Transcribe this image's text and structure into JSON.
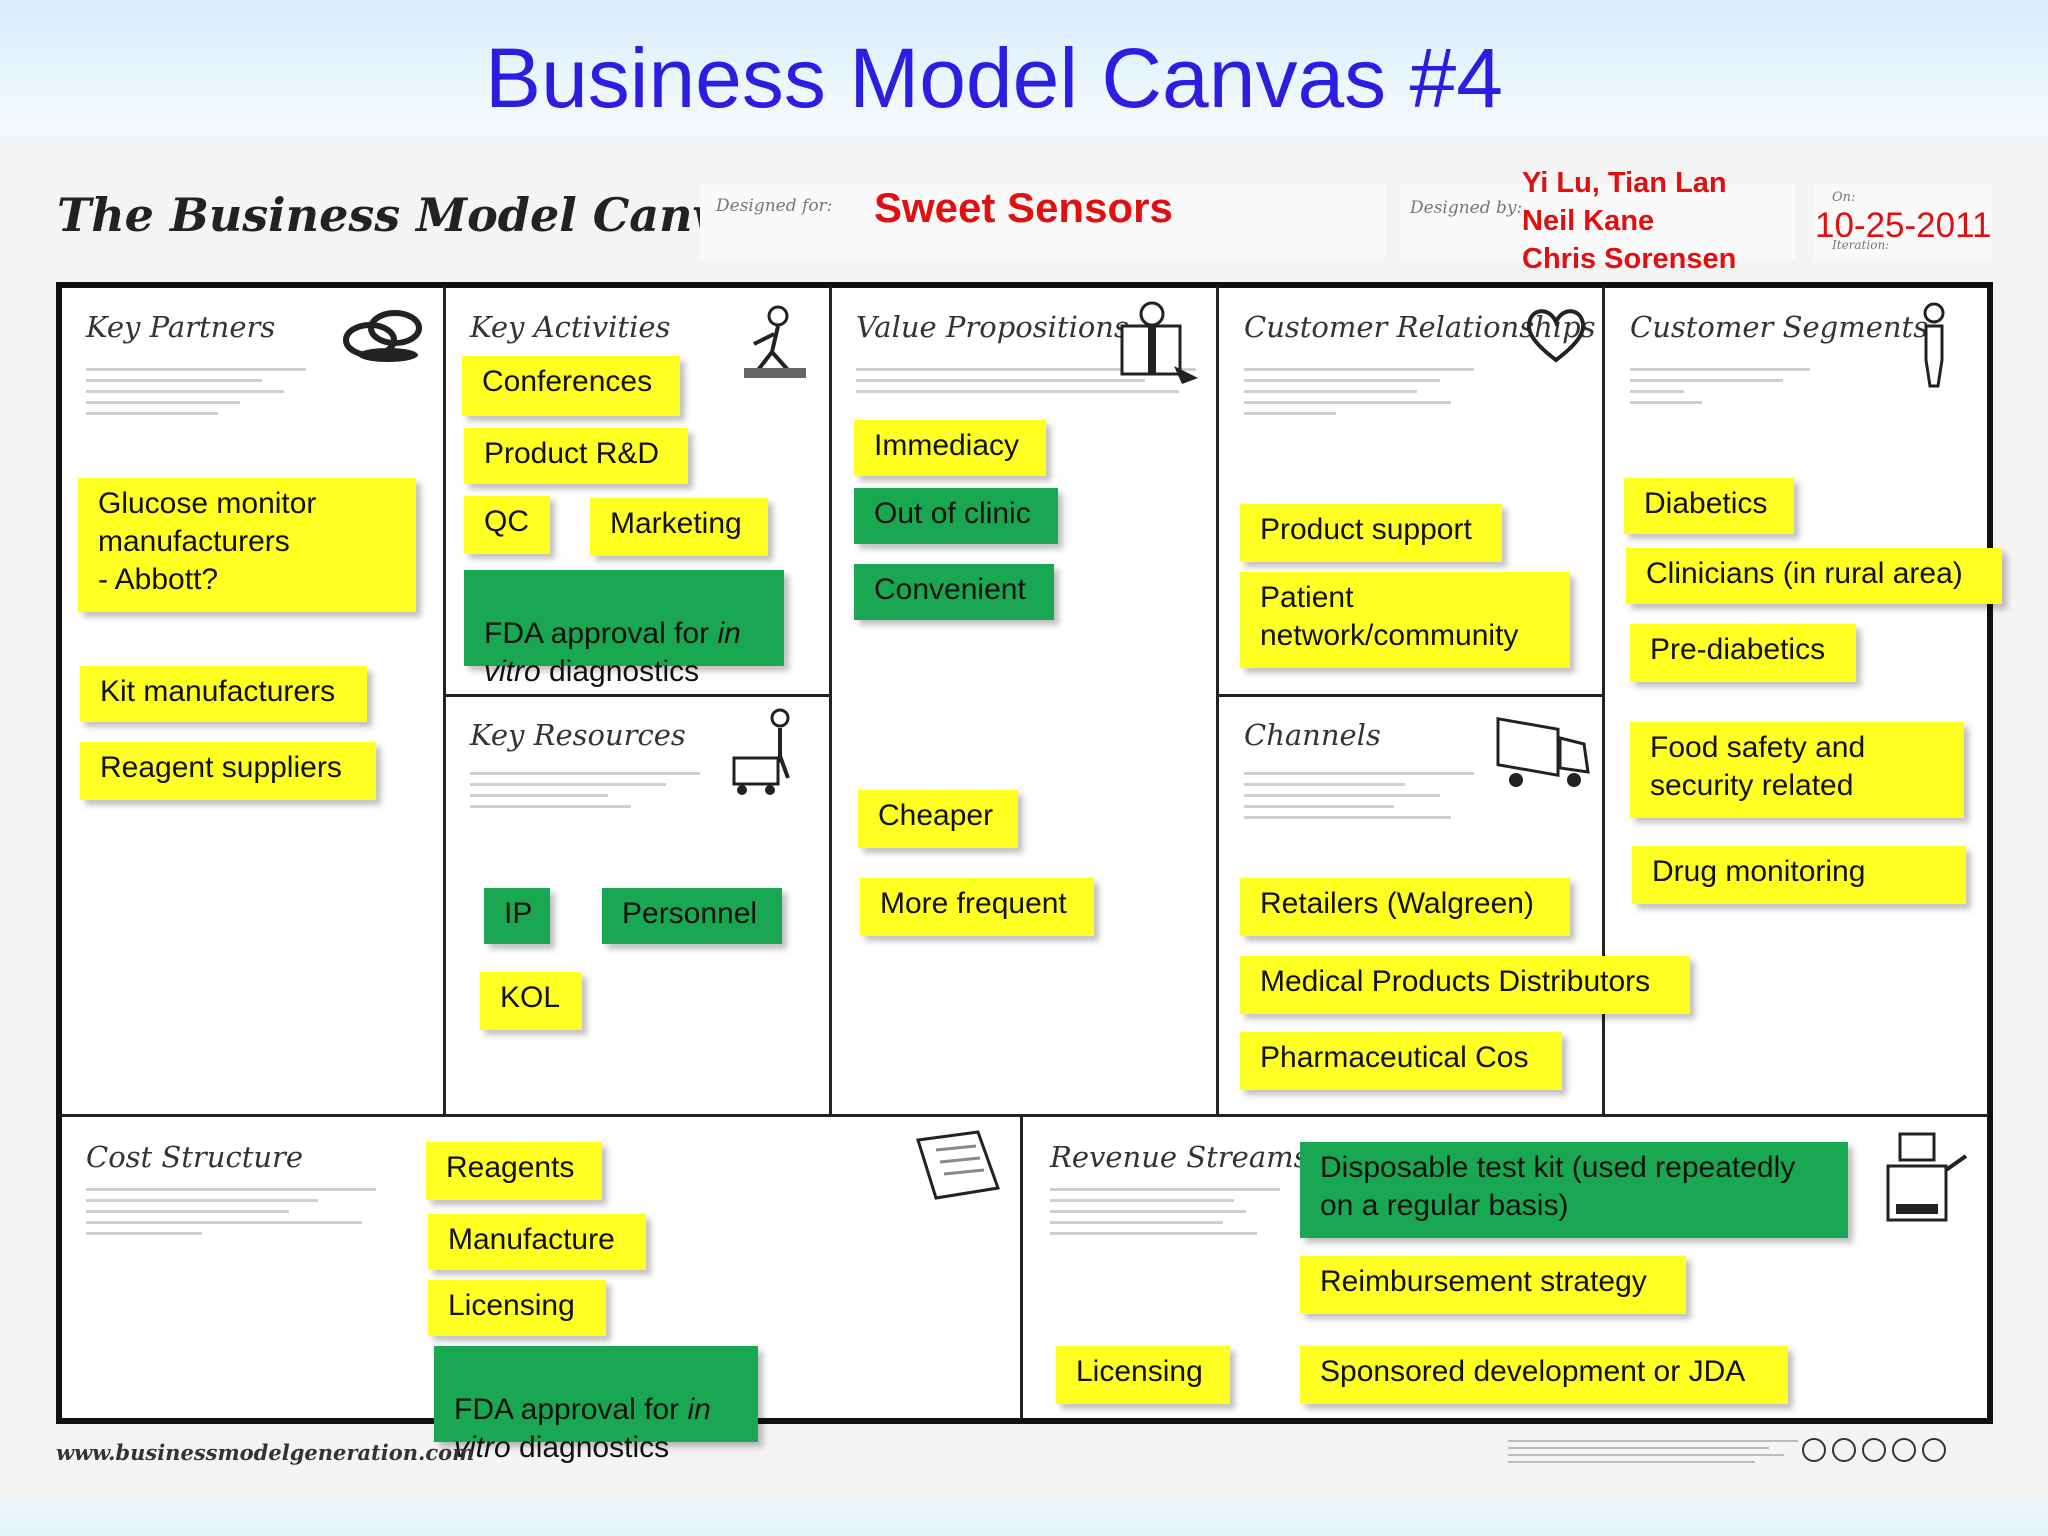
{
  "slide": {
    "title": "Business Model Canvas #4"
  },
  "header": {
    "canvas_heading": "The Business Model Canvas",
    "designed_for_label": "Designed for:",
    "designed_for_value": "Sweet Sensors",
    "designed_by_label": "Designed by:",
    "designed_by_value": "Yi Lu, Tian Lan\nNeil Kane\nChris Sorensen",
    "on_label": "On:",
    "date_value": "10-25-2011",
    "iteration_label": "Iteration:"
  },
  "sections": {
    "key_partners": "Key Partners",
    "key_activities": "Key Activities",
    "key_resources": "Key Resources",
    "value_propositions": "Value Propositions",
    "customer_relationships": "Customer Relationships",
    "channels": "Channels",
    "customer_segments": "Customer Segments",
    "cost_structure": "Cost Structure",
    "revenue_streams": "Revenue Streams"
  },
  "notes": {
    "key_partners": [
      "Glucose monitor\n        manufacturers\n- Abbott?",
      "Kit manufacturers",
      "Reagent suppliers"
    ],
    "key_activities": [
      "Conferences",
      "Product R&D",
      "QC",
      "Marketing",
      "FDA approval for in vitro diagnostics"
    ],
    "key_resources": [
      "IP",
      "Personnel",
      "KOL"
    ],
    "value_propositions": [
      "Immediacy",
      "Out of clinic",
      "Convenient",
      "Cheaper",
      "More frequent"
    ],
    "customer_relationships": [
      "Product support",
      "Patient\nnetwork/community"
    ],
    "channels": [
      "Retailers (Walgreen)",
      "Medical Products Distributors",
      "Pharmaceutical Cos"
    ],
    "customer_segments": [
      "Diabetics",
      "Clinicians (in rural area)",
      "Pre-diabetics",
      "Food safety and\nsecurity related",
      "Drug monitoring"
    ],
    "cost_structure": [
      "Reagents",
      "Manufacture",
      "Licensing",
      "FDA approval for in vitro diagnostics"
    ],
    "revenue_streams": [
      "Disposable test kit (used repeatedly\non a regular basis)",
      "Reimbursement strategy",
      "Licensing",
      "Sponsored development or JDA"
    ]
  },
  "fda_note": {
    "prefix": "FDA approval for ",
    "italic": "in",
    "line2_italic": "vitro",
    "line2_rest": " diagnostics"
  },
  "footer": {
    "url": "www.businessmodelgeneration.com"
  },
  "colors": {
    "title": "#2b1ee0",
    "accent_red": "#e01010",
    "note_yellow": "#ffff22",
    "note_green": "#19a851"
  }
}
